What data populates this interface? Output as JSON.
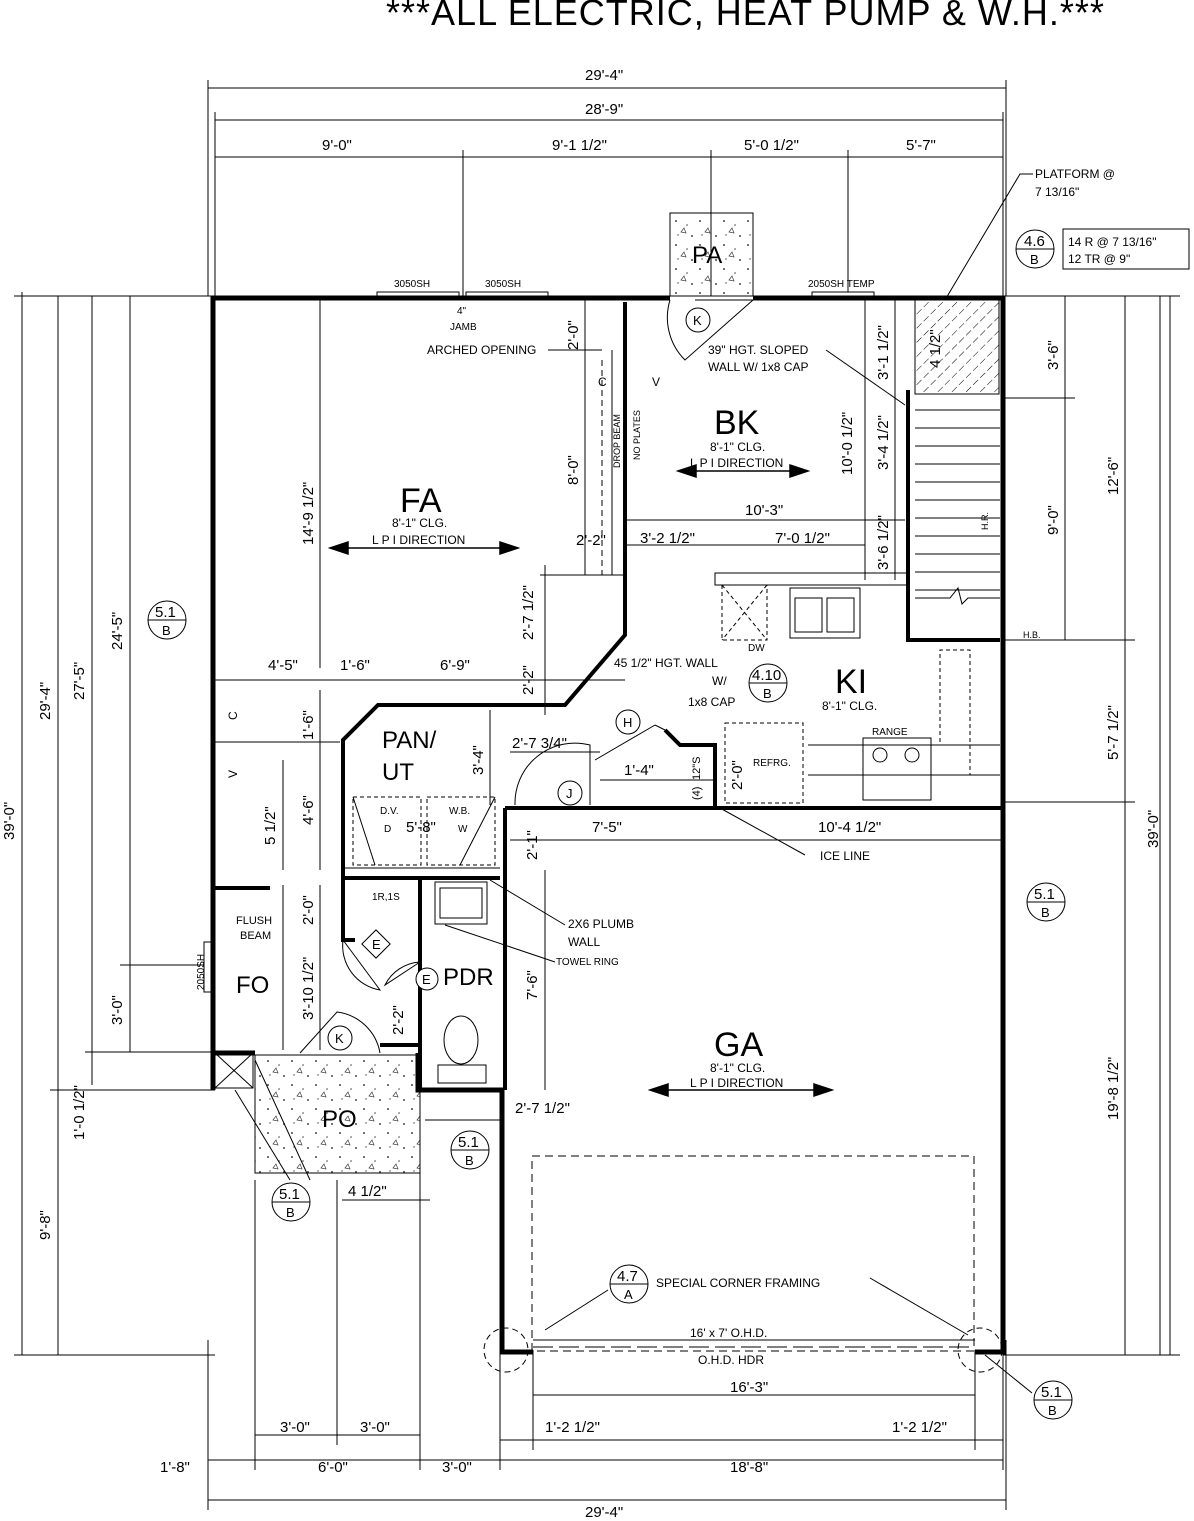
{
  "header": "***ALL ELECTRIC, HEAT PUMP & W.H.***",
  "rooms": {
    "fa": {
      "name": "FA",
      "ceiling": "8'-1\" CLG.",
      "joist": "L P I  DIRECTION"
    },
    "bk": {
      "name": "BK",
      "ceiling": "8'-1\" CLG.",
      "joist": "L P I  DIRECTION"
    },
    "ki": {
      "name": "KI",
      "ceiling": "8'-1\" CLG."
    },
    "ga": {
      "name": "GA",
      "ceiling": "8'-1\" CLG.",
      "joist": "L P I  DIRECTION"
    },
    "pa": {
      "name": "PA"
    },
    "pan": {
      "line1": "PAN/",
      "line2": "UT"
    },
    "pdr": {
      "name": "PDR"
    },
    "fo": {
      "name": "FO"
    },
    "po": {
      "name": "PO"
    }
  },
  "dims_top": {
    "overall": "29'-4\"",
    "wall": "28'-9\"",
    "s1": "9'-0\"",
    "s2": "9'-1 1/2\"",
    "s3": "5'-0 1/2\"",
    "s4": "5'-7\""
  },
  "dims_bottom": {
    "overall": "29'-4\"",
    "a": "1'-8\"",
    "b": "6'-0\"",
    "c": "3'-0\"",
    "d": "18'-8\"",
    "e": "3'-0\"",
    "f": "3'-0\"",
    "g": "1'-2 1/2\"",
    "h": "1'-2 1/2\"",
    "i": "16'-3\"",
    "j": "4 1/2\""
  },
  "dims_left": {
    "a": "39'-0\"",
    "b": "29'-4\"",
    "c": "27'-5\"",
    "d": "24'-5\"",
    "e": "9'-8\"",
    "f": "1'-0 1/2\"",
    "g": "3'-0\""
  },
  "dims_right": {
    "a": "39'-0\"",
    "b": "12'-6\"",
    "c": "19'-8 1/2\"",
    "d": "5'-7 1/2\"",
    "e": "3'-6\"",
    "f": "9'-0\""
  },
  "dims_interior": [
    "14'-9 1/2\"",
    "8'-0\"",
    "2'-0\"",
    "2'-2\"",
    "3'-2 1/2\"",
    "7'-0 1/2\"",
    "10'-3\"",
    "10'-0 1/2\"",
    "3'-1 1/2\"",
    "3'-4 1/2\"",
    "3'-6 1/2\"",
    "4 1/2\"",
    "2'-7 1/2\"",
    "2'-2\"",
    "4'-5\"",
    "1'-6\"",
    "6'-9\"",
    "1'-6\"",
    "3'-4\"",
    "2'-7 3/4\"",
    "1'-4\"",
    "12\"S",
    "2'-0\"",
    "(4)",
    "4'-6\"",
    "5 1/2\"",
    "5'-8\"",
    "2'-1\"",
    "7'-5\"",
    "10'-4 1/2\"",
    "2'-0\"",
    "3'-10 1/2\"",
    "2'-2\"",
    "7'-6\"",
    "2'-7 1/2\""
  ],
  "notes": {
    "platform": "PLATFORM @",
    "platform2": "7 13/16\"",
    "stair1": "14 R @ 7 13/16\"",
    "stair2": "12 TR @ 9\"",
    "win1": "3050SH",
    "win2": "3050SH",
    "win3": "2050SH TEMP",
    "win4": "2050SH",
    "jamb1": "4\"",
    "jamb2": "JAMB",
    "arched": "ARCHED OPENING",
    "sloped1": "39\" HGT. SLOPED",
    "sloped2": "WALL W/ 1x8 CAP",
    "dropbeam": "DROP BEAM",
    "noplates": "NO PLATES",
    "wall45a": "45 1/2\" HGT.  WALL",
    "wall45b": "W/",
    "wall45c": "1x8 CAP",
    "hr": "H.R.",
    "hb": "H.B.",
    "dw": "DW",
    "range": "RANGE",
    "refrg": "REFRG.",
    "iceline": "ICE LINE",
    "plumb1": "2X6 PLUMB",
    "plumb2": "WALL",
    "towel": "TOWEL RING",
    "flush1": "FLUSH",
    "flush2": "BEAM",
    "dv": "D.V.",
    "d": "D",
    "wb": "W.B.",
    "w": "W",
    "riser": "1R,1S",
    "corner": "SPECIAL CORNER FRAMING",
    "ohd": "16' x 7' O.H.D.",
    "ohdhdr": "O.H.D. HDR",
    "c": "C",
    "v": "V"
  },
  "tags": {
    "k": "K",
    "h": "H",
    "j": "J",
    "e": "E",
    "r46t": "4.6",
    "r46b": "B",
    "r410t": "4.10",
    "r410b": "B",
    "r47t": "4.7",
    "r47b": "A",
    "r51t": "5.1",
    "r51b": "B"
  }
}
